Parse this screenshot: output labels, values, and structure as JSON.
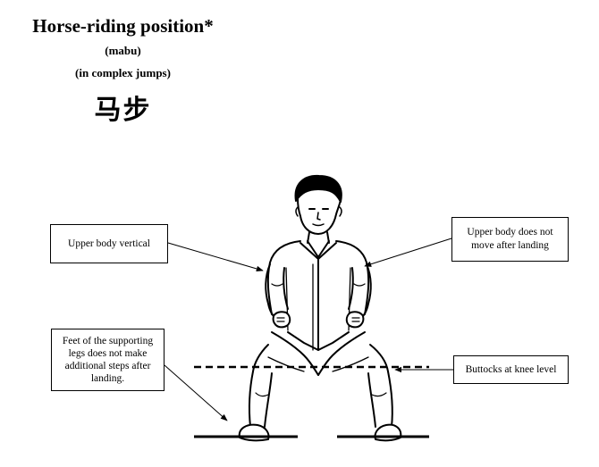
{
  "header": {
    "title": "Horse-riding position*",
    "subtitle_pinyin": "(mabu)",
    "subtitle_context": "(in complex jumps)",
    "chinese": "马步"
  },
  "callouts": {
    "upper_body_vertical": "Upper body vertical",
    "upper_body_no_move": "Upper  body does not move after landing",
    "feet_no_steps": "Feet of the supporting legs does not make additional steps after landing.",
    "buttocks_knee_level": "Buttocks at knee level"
  },
  "illustration": {
    "figure": "person-in-horse-stance",
    "line_color": "#000000"
  }
}
